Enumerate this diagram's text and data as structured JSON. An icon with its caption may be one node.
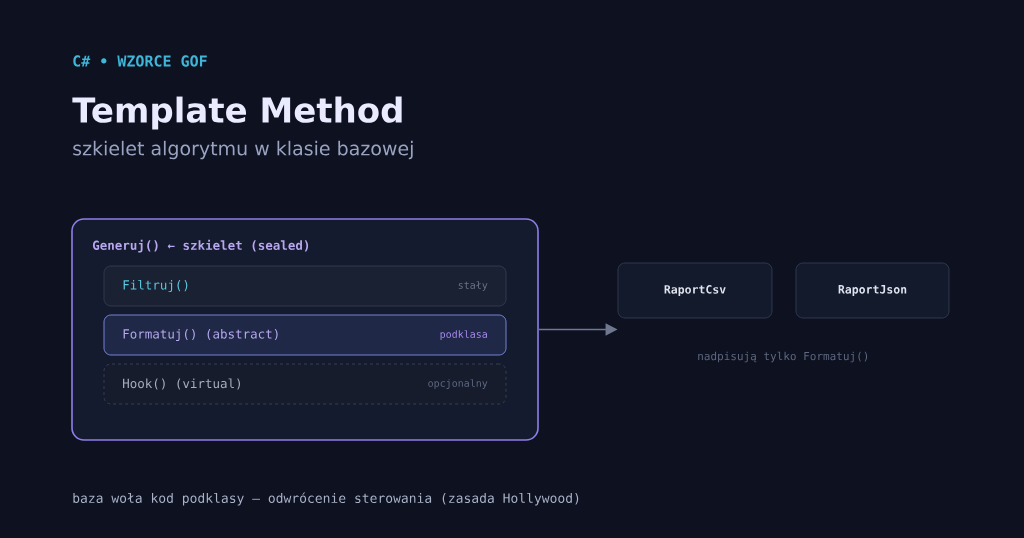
{
  "diagram": {
    "title": "Template Method",
    "nodes": [
      {
        "text": [
          "Generuj() ← szkielet (sealed)"
        ]
      },
      {
        "text": [
          "Filtruj()",
          "stały"
        ],
        "in": 0
      },
      {
        "text": [
          "Formatuj() (abstract)",
          "podklasa"
        ],
        "in": 0
      },
      {
        "text": [
          "Hook() (virtual)",
          "opcjonalny"
        ],
        "in": 0
      },
      {
        "text": [
          "RaportCsv"
        ]
      },
      {
        "text": [
          "RaportJson"
        ]
      }
    ],
    "edges": [
      {
        "from": 0,
        "to": 4,
        "arrow": "to"
      }
    ],
    "labels": [
      "C# • WZORCE GOF",
      "szkielet algorytmu w klasie bazowej",
      "nadpisują tylko Formatuj()",
      "baza woła kod podklasy — odwrócenie sterowania (zasada Hollywood)"
    ]
  }
}
